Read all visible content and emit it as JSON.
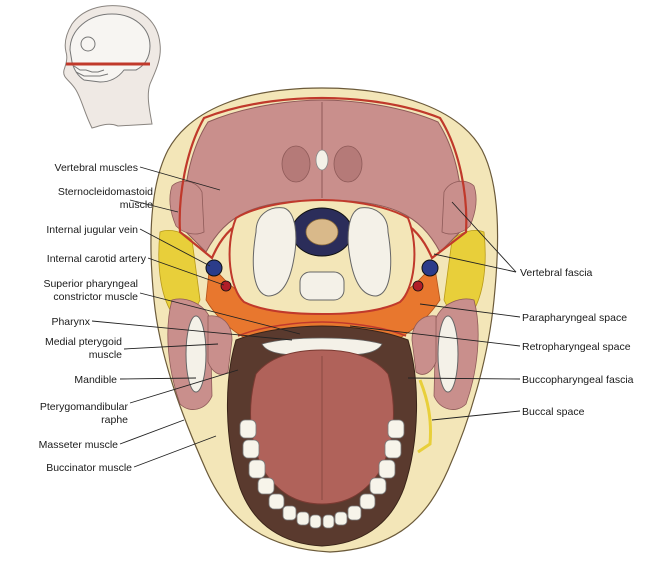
{
  "labels_left": [
    {
      "id": "vertebral-muscles",
      "lines": [
        "Vertebral muscles"
      ]
    },
    {
      "id": "sternocleidomastoid-muscle",
      "lines": [
        "Sternocleidomastoid",
        "muscle"
      ]
    },
    {
      "id": "internal-jugular-vein",
      "lines": [
        "Internal jugular vein"
      ]
    },
    {
      "id": "internal-carotid-artery",
      "lines": [
        "Internal carotid artery"
      ]
    },
    {
      "id": "superior-pharyngeal-constrictor-muscle",
      "lines": [
        "Superior pharyngeal",
        "constrictor muscle"
      ]
    },
    {
      "id": "pharynx",
      "lines": [
        "Pharynx"
      ]
    },
    {
      "id": "medial-pterygoid-muscle",
      "lines": [
        "Medial pterygoid",
        "muscle"
      ]
    },
    {
      "id": "mandible",
      "lines": [
        "Mandible"
      ]
    },
    {
      "id": "pterygomandibular-raphe",
      "lines": [
        "Pterygomandibular",
        "raphe"
      ]
    },
    {
      "id": "masseter-muscle",
      "lines": [
        "Masseter muscle"
      ]
    },
    {
      "id": "buccinator-muscle",
      "lines": [
        "Buccinator muscle"
      ]
    }
  ],
  "labels_right": [
    {
      "id": "vertebral-fascia",
      "lines": [
        "Vertebral fascia"
      ]
    },
    {
      "id": "parapharyngeal-space",
      "lines": [
        "Parapharyngeal space"
      ]
    },
    {
      "id": "retropharyngeal-space",
      "lines": [
        "Retropharyngeal space"
      ]
    },
    {
      "id": "buccopharyngeal-fascia",
      "lines": [
        "Buccopharyngeal fascia"
      ]
    },
    {
      "id": "buccal-space",
      "lines": [
        "Buccal space"
      ]
    }
  ],
  "colors": {
    "skin": "#f3e6b8",
    "muscle": "#c98f8c",
    "muscle_dark": "#b57a78",
    "fascia_line": "#c0392b",
    "space_orange": "#e8772e",
    "fat_yellow": "#e8cf3a",
    "bone": "#f4f1e8",
    "tongue": "#b0625a",
    "cavity": "#5a3a2e",
    "leader": "#222222"
  }
}
